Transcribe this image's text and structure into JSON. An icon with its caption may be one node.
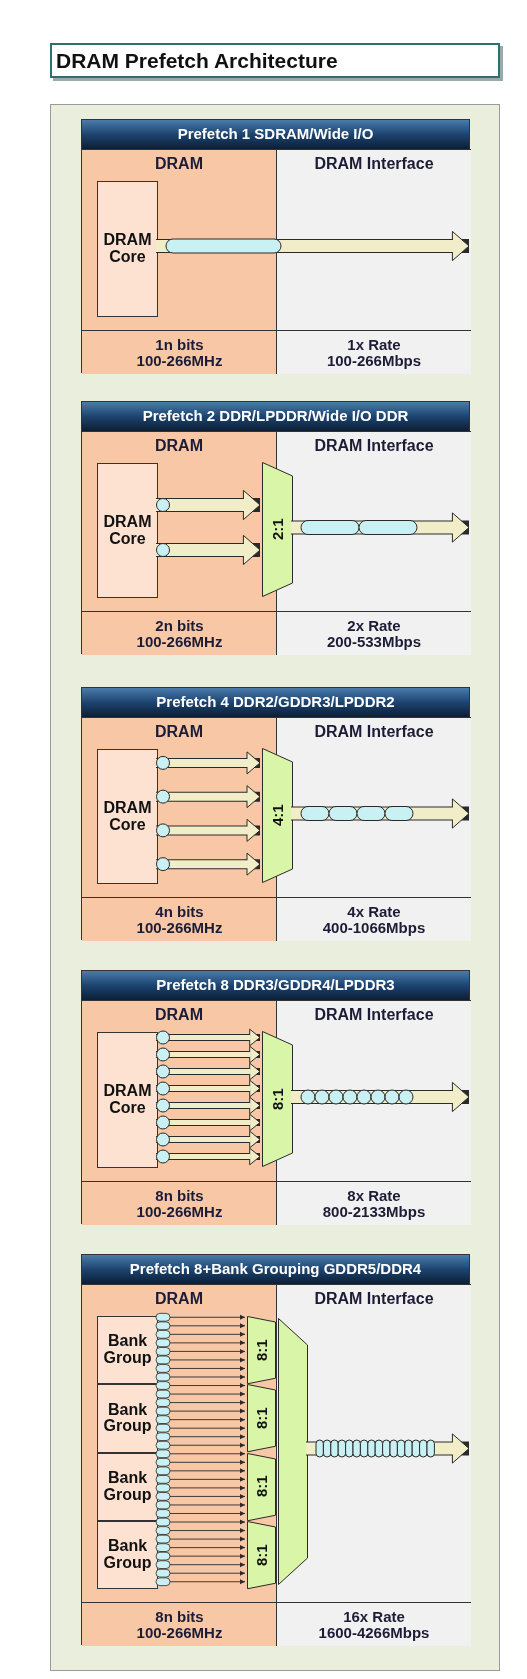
{
  "diagram": {
    "nodes": [
      {
        "text": [
          "DRAM Prefetch Architecture"
        ]
      },
      {
        "text": [],
        "shape": "box"
      },
      {
        "text": [
          "Prefetch 1  SDRAM/Wide I/O"
        ],
        "in": 1
      },
      {
        "text": [
          "DRAM"
        ],
        "in": 2
      },
      {
        "text": [
          "DRAM Interface"
        ],
        "in": 2
      },
      {
        "text": [
          "DRAM Core"
        ],
        "in": 3
      },
      {
        "text": [
          "1n bits",
          "100-266MHz"
        ],
        "in": 3
      },
      {
        "text": [
          "1x Rate",
          "100-266Mbps"
        ],
        "in": 4
      },
      {
        "text": [
          "Prefetch 2  DDR/LPDDR/Wide I/O DDR"
        ],
        "in": 1
      },
      {
        "text": [
          "DRAM"
        ],
        "in": 8
      },
      {
        "text": [
          "DRAM Interface"
        ],
        "in": 8
      },
      {
        "text": [
          "DRAM Core"
        ],
        "in": 9
      },
      {
        "text": [
          "2:1"
        ],
        "in": 8
      },
      {
        "text": [
          "2n bits",
          "100-266MHz"
        ],
        "in": 9
      },
      {
        "text": [
          "2x Rate",
          "200-533Mbps"
        ],
        "in": 10
      },
      {
        "text": [
          "Prefetch 4  DDR2/GDDR3/LPDDR2"
        ],
        "in": 1
      },
      {
        "text": [
          "DRAM"
        ],
        "in": 15
      },
      {
        "text": [
          "DRAM Interface"
        ],
        "in": 15
      },
      {
        "text": [
          "DRAM Core"
        ],
        "in": 16
      },
      {
        "text": [
          "4:1"
        ],
        "in": 15
      },
      {
        "text": [
          "4n bits",
          "100-266MHz"
        ],
        "in": 16
      },
      {
        "text": [
          "4x Rate",
          "400-1066Mbps"
        ],
        "in": 17
      },
      {
        "text": [
          "Prefetch 8  DDR3/GDDR4/LPDDR3"
        ],
        "in": 1
      },
      {
        "text": [
          "DRAM"
        ],
        "in": 22
      },
      {
        "text": [
          "DRAM Interface"
        ],
        "in": 22
      },
      {
        "text": [
          "DRAM Core"
        ],
        "in": 23
      },
      {
        "text": [
          "8:1"
        ],
        "in": 22
      },
      {
        "text": [
          "8n bits",
          "100-266MHz"
        ],
        "in": 23
      },
      {
        "text": [
          "8x Rate",
          "800-2133Mbps"
        ],
        "in": 24
      },
      {
        "text": [
          "Prefetch 8+Bank Grouping  GDDR5/DDR4"
        ],
        "in": 1
      },
      {
        "text": [
          "DRAM"
        ],
        "in": 29
      },
      {
        "text": [
          "DRAM Interface"
        ],
        "in": 29
      },
      {
        "text": [
          "Bank Group"
        ],
        "in": 30
      },
      {
        "text": [
          "Bank Group"
        ],
        "in": 30
      },
      {
        "text": [
          "Bank Group"
        ],
        "in": 30
      },
      {
        "text": [
          "Bank Group"
        ],
        "in": 30
      },
      {
        "text": [
          "8:1"
        ],
        "in": 30
      },
      {
        "text": [
          "8:1"
        ],
        "in": 30
      },
      {
        "text": [
          "8:1"
        ],
        "in": 30
      },
      {
        "text": [
          "8:1"
        ],
        "in": 30
      },
      {
        "text": [],
        "shape": "trapezoid",
        "in": 31
      },
      {
        "text": [
          "8n bits",
          "100-266MHz"
        ],
        "in": 30
      },
      {
        "text": [
          "16x Rate",
          "1600-4266Mbps"
        ],
        "in": 31
      }
    ],
    "edges": [
      {
        "from": 5,
        "to": 4,
        "arrow": "to",
        "style": "thick"
      },
      {
        "from": 11,
        "to": 12,
        "arrow": "to",
        "style": "thick"
      },
      {
        "from": 11,
        "to": 12,
        "arrow": "to",
        "style": "thick"
      },
      {
        "from": 12,
        "to": 10,
        "arrow": "to",
        "style": "thick"
      },
      {
        "from": 18,
        "to": 19,
        "arrow": "to",
        "style": "thick"
      },
      {
        "from": 18,
        "to": 19,
        "arrow": "to",
        "style": "thick"
      },
      {
        "from": 18,
        "to": 19,
        "arrow": "to",
        "style": "thick"
      },
      {
        "from": 18,
        "to": 19,
        "arrow": "to",
        "style": "thick"
      },
      {
        "from": 19,
        "to": 17,
        "arrow": "to",
        "style": "thick"
      },
      {
        "from": 25,
        "to": 26,
        "arrow": "to",
        "style": "thick"
      },
      {
        "from": 25,
        "to": 26,
        "arrow": "to",
        "style": "thick"
      },
      {
        "from": 25,
        "to": 26,
        "arrow": "to",
        "style": "thick"
      },
      {
        "from": 25,
        "to": 26,
        "arrow": "to",
        "style": "thick"
      },
      {
        "from": 25,
        "to": 26,
        "arrow": "to",
        "style": "thick"
      },
      {
        "from": 25,
        "to": 26,
        "arrow": "to",
        "style": "thick"
      },
      {
        "from": 25,
        "to": 26,
        "arrow": "to",
        "style": "thick"
      },
      {
        "from": 25,
        "to": 26,
        "arrow": "to",
        "style": "thick"
      },
      {
        "from": 26,
        "to": 24,
        "arrow": "to",
        "style": "thick"
      },
      {
        "from": 32,
        "to": 36,
        "arrow": "to"
      },
      {
        "from": 32,
        "to": 36,
        "arrow": "to"
      },
      {
        "from": 32,
        "to": 36,
        "arrow": "to"
      },
      {
        "from": 32,
        "to": 36,
        "arrow": "to"
      },
      {
        "from": 32,
        "to": 36,
        "arrow": "to"
      },
      {
        "from": 32,
        "to": 36,
        "arrow": "to"
      },
      {
        "from": 32,
        "to": 36,
        "arrow": "to"
      },
      {
        "from": 32,
        "to": 36,
        "arrow": "to"
      },
      {
        "from": 33,
        "to": 37,
        "arrow": "to"
      },
      {
        "from": 33,
        "to": 37,
        "arrow": "to"
      },
      {
        "from": 33,
        "to": 37,
        "arrow": "to"
      },
      {
        "from": 33,
        "to": 37,
        "arrow": "to"
      },
      {
        "from": 33,
        "to": 37,
        "arrow": "to"
      },
      {
        "from": 33,
        "to": 37,
        "arrow": "to"
      },
      {
        "from": 33,
        "to": 37,
        "arrow": "to"
      },
      {
        "from": 33,
        "to": 37,
        "arrow": "to"
      },
      {
        "from": 34,
        "to": 38,
        "arrow": "to"
      },
      {
        "from": 34,
        "to": 38,
        "arrow": "to"
      },
      {
        "from": 34,
        "to": 38,
        "arrow": "to"
      },
      {
        "from": 34,
        "to": 38,
        "arrow": "to"
      },
      {
        "from": 34,
        "to": 38,
        "arrow": "to"
      },
      {
        "from": 34,
        "to": 38,
        "arrow": "to"
      },
      {
        "from": 34,
        "to": 38,
        "arrow": "to"
      },
      {
        "from": 34,
        "to": 38,
        "arrow": "to"
      },
      {
        "from": 35,
        "to": 39,
        "arrow": "to"
      },
      {
        "from": 35,
        "to": 39,
        "arrow": "to"
      },
      {
        "from": 35,
        "to": 39,
        "arrow": "to"
      },
      {
        "from": 35,
        "to": 39,
        "arrow": "to"
      },
      {
        "from": 35,
        "to": 39,
        "arrow": "to"
      },
      {
        "from": 35,
        "to": 39,
        "arrow": "to"
      },
      {
        "from": 35,
        "to": 39,
        "arrow": "to"
      },
      {
        "from": 35,
        "to": 39,
        "arrow": "to"
      },
      {
        "from": 40,
        "to": 31,
        "arrow": "to",
        "style": "thick"
      }
    ]
  }
}
